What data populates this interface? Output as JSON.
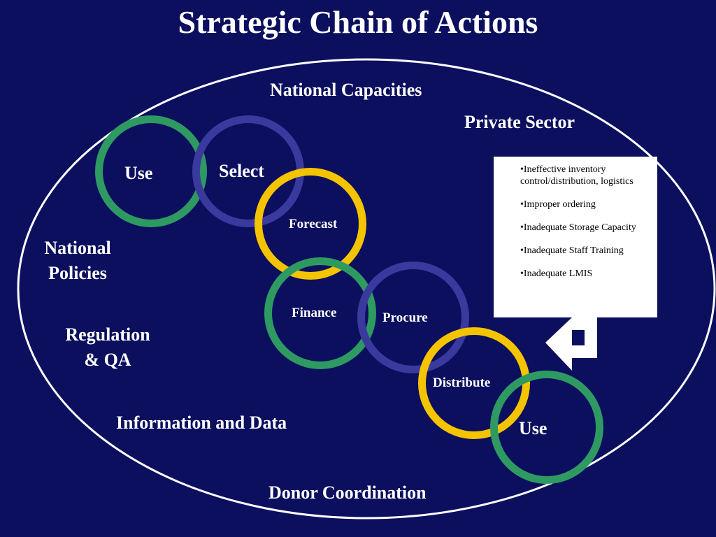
{
  "title": "Strategic Chain of Actions",
  "context_labels": {
    "national_capacities": "National Capacities",
    "private_sector": "Private Sector",
    "national_policies_1": "National",
    "national_policies_2": "Policies",
    "regulation_qa_1": "Regulation",
    "regulation_qa_2": "& QA",
    "information_and_data": "Information and Data",
    "donor_coordination": "Donor Coordination"
  },
  "chain": [
    {
      "label": "Use",
      "color": "#2e9a62"
    },
    {
      "label": "Select",
      "color": "#3a3a9e"
    },
    {
      "label": "Forecast",
      "color": "#f5c400"
    },
    {
      "label": "Finance",
      "color": "#2e9a62"
    },
    {
      "label": "Procure",
      "color": "#3a3a9e"
    },
    {
      "label": "Distribute",
      "color": "#f5c400"
    },
    {
      "label": "Use",
      "color": "#2e9a62"
    }
  ],
  "issues": [
    "•Ineffective inventory control/distribution, logistics",
    "•Improper ordering",
    "•Inadequate Storage Capacity",
    "•Inadequate Staff Training",
    "•Inadequate LMIS"
  ],
  "colors": {
    "background": "#0b0f5e",
    "green": "#2e9a62",
    "blue": "#3a3a9e",
    "yellow": "#f5c400",
    "white": "#ffffff"
  }
}
